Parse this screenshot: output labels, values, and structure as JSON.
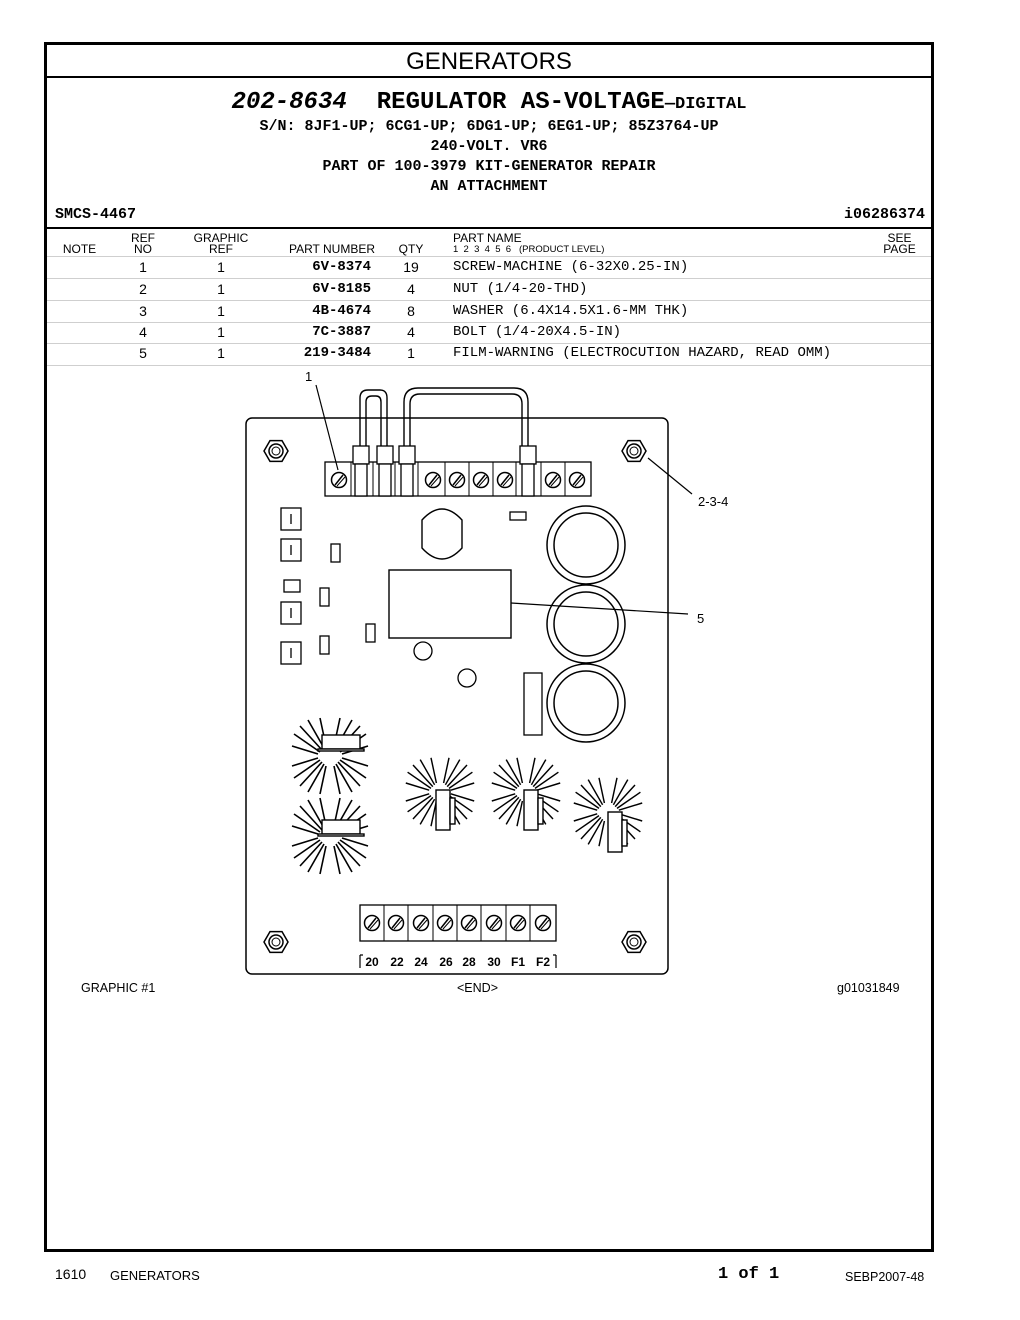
{
  "section_title": "GENERATORS",
  "heading": {
    "part_number": "202-8634",
    "name": "REGULATOR AS-VOLTAGE",
    "name_suffix": "—DIGITAL",
    "serial_numbers": "S/N: 8JF1-UP; 6CG1-UP; 6DG1-UP; 6EG1-UP; 85Z3764-UP",
    "line2": "240-VOLT. VR6",
    "line3": "PART OF 100-3979 KIT-GENERATOR REPAIR",
    "line4": "AN ATTACHMENT"
  },
  "smcs": "SMCS-4467",
  "illustration_id": "i06286374",
  "table": {
    "headers": {
      "note": "NOTE",
      "ref_no_1": "REF",
      "ref_no_2": "NO",
      "graphic_ref_1": "GRAPHIC",
      "graphic_ref_2": "REF",
      "part_number": "PART NUMBER",
      "qty": "QTY",
      "part_name": "PART NAME",
      "product_level": "1  2  3  4  5  6   (PRODUCT LEVEL)",
      "see_page_1": "SEE",
      "see_page_2": "PAGE"
    },
    "rows": [
      {
        "ref": "1",
        "graphic": "1",
        "part_number": "6V-8374",
        "qty": "19",
        "name": "SCREW-MACHINE (6-32X0.25-IN)"
      },
      {
        "ref": "2",
        "graphic": "1",
        "part_number": "6V-8185",
        "qty": "4",
        "name": "NUT (1/4-20-THD)"
      },
      {
        "ref": "3",
        "graphic": "1",
        "part_number": "4B-4674",
        "qty": "8",
        "name": "WASHER (6.4X14.5X1.6-MM THK)"
      },
      {
        "ref": "4",
        "graphic": "1",
        "part_number": "7C-3887",
        "qty": "4",
        "name": "BOLT (1/4-20X4.5-IN)"
      },
      {
        "ref": "5",
        "graphic": "1",
        "part_number": "219-3484",
        "qty": "1",
        "name": "FILM-WARNING (ELECTROCUTION HAZARD, READ OMM)"
      }
    ]
  },
  "figure": {
    "callouts": {
      "c1": "1",
      "c234": "2-3-4",
      "c5": "5"
    },
    "terminal_labels": [
      "20",
      "22",
      "24",
      "26",
      "28",
      "30",
      "F1",
      "F2"
    ],
    "graphic_label": "GRAPHIC #1",
    "end_label": "<END>",
    "graphic_id": "g01031849"
  },
  "footer": {
    "page_number": "1610",
    "section": "GENERATORS",
    "page_of": "1 of 1",
    "publication": "SEBP2007-48"
  }
}
